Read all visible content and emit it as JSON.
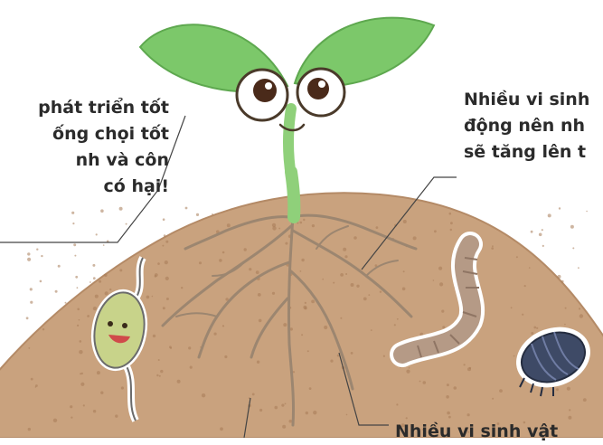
{
  "captions": {
    "left": [
      "phát triển tốt",
      "ống chọi tốt",
      "nh và côn",
      "có hại!"
    ],
    "right": [
      "Nhiều vi sinh",
      "động nên nh",
      "sẽ tăng lên t"
    ],
    "bottom": "Nhiều vi sinh vật"
  },
  "colors": {
    "soil": "#c9a27e",
    "soil_speckle": "#a57a55",
    "leaf": "#7cc86a",
    "stem": "#8fd07a",
    "root": "#9c8670",
    "worm": "#b59a86",
    "microbe": "#c8d38a",
    "bug": "#3e4a66",
    "text": "#2b2b2b"
  },
  "icons": [
    "seedling-icon",
    "microbe-icon",
    "earthworm-icon",
    "pill-bug-icon"
  ]
}
